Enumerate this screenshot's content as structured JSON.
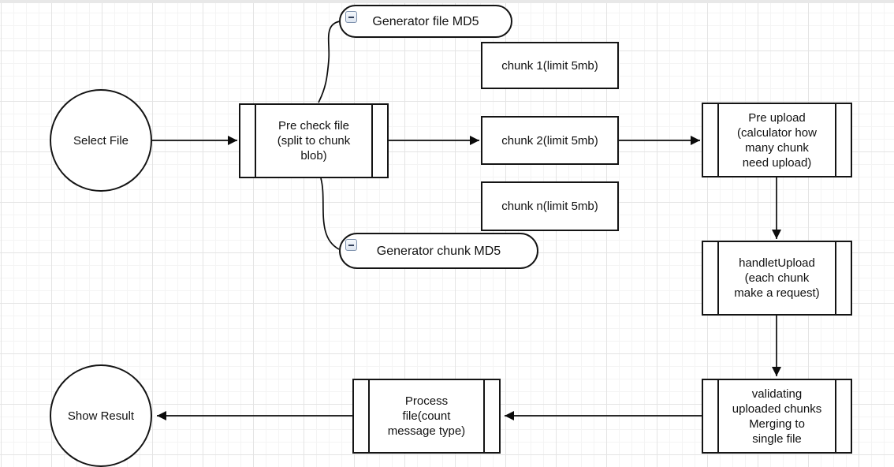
{
  "diagram": {
    "nodes": {
      "select_file": {
        "label": "Select File"
      },
      "pre_check": {
        "lines": [
          "Pre check file",
          "(split to chunk",
          "blob)"
        ]
      },
      "generator_file_md5": {
        "label": "Generator file MD5"
      },
      "chunk_1": {
        "label": "chunk 1(limit 5mb)"
      },
      "chunk_2": {
        "label": "chunk 2(limit 5mb)"
      },
      "chunk_n": {
        "label": "chunk n(limit 5mb)"
      },
      "generator_chunk_md5": {
        "label": "Generator chunk MD5"
      },
      "pre_upload": {
        "lines": [
          "Pre upload",
          "(calculator how",
          "many chunk",
          "need upload)"
        ]
      },
      "handlet_upload": {
        "lines": [
          "handletUpload",
          "(each chunk",
          "make a request)"
        ]
      },
      "validating": {
        "lines": [
          "validating",
          "uploaded chunks",
          "Merging to",
          "single file"
        ]
      },
      "process_file": {
        "lines": [
          "Process",
          "file(count",
          "message type)"
        ]
      },
      "show_result": {
        "label": "Show Result"
      }
    },
    "colors": {
      "stroke": "#141414",
      "shape_fill": "#ffffff",
      "grid_minor": "#f4f4f4",
      "grid_major": "#e4e4e4",
      "top_strip": "#e8e8e8",
      "collapse_fill": "#e4eaf3",
      "collapse_border": "#7d91ad"
    }
  }
}
